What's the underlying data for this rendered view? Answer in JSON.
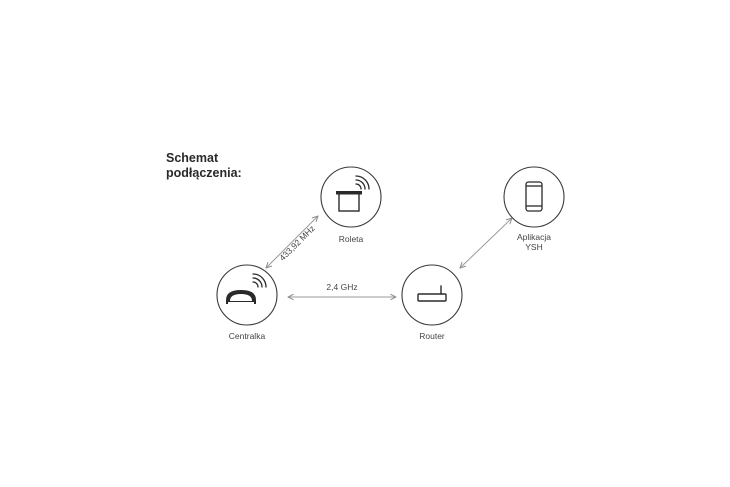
{
  "title": {
    "line1": "Schemat",
    "line2": "podłączenia:"
  },
  "nodes": {
    "centralka": {
      "label": "Centralka"
    },
    "roleta": {
      "label": "Roleta"
    },
    "router": {
      "label": "Router"
    },
    "aplikacja": {
      "label_line1": "Aplikacja",
      "label_line2": "YSH"
    }
  },
  "links": {
    "centralka_roleta": "433,92 MHz",
    "centralka_router": "2,4 GHz"
  },
  "colors": {
    "stroke": "#3a3a3a",
    "arrow": "#9a9a9a",
    "text": "#444444"
  }
}
